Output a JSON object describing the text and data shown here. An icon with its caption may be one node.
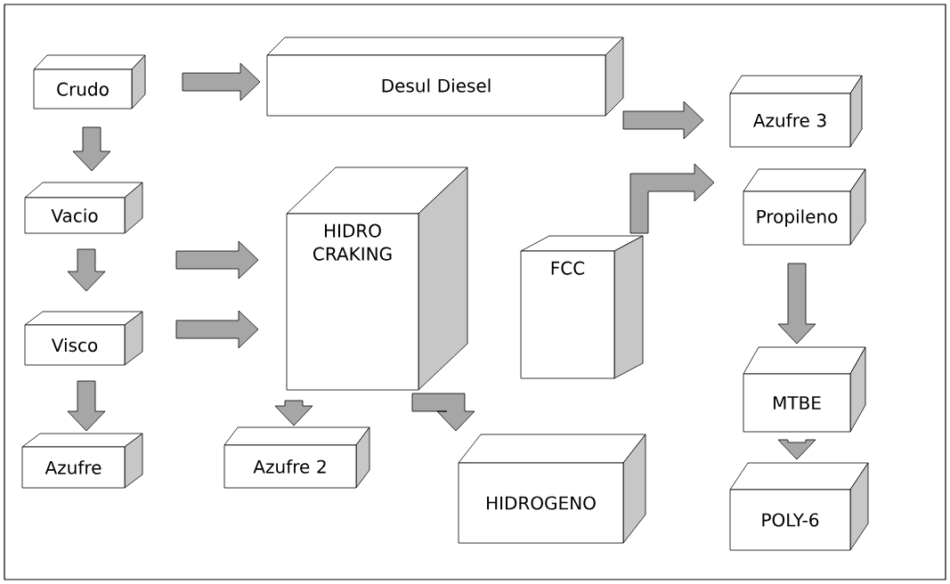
{
  "diagram": {
    "nodes": [
      {
        "text": [
          "Crudo"
        ]
      },
      {
        "text": [
          "Desul Diesel"
        ]
      },
      {
        "text": [
          "Azufre 3"
        ]
      },
      {
        "text": [
          "Vacio"
        ]
      },
      {
        "text": [
          "HIDRO CRAKING"
        ]
      },
      {
        "text": [
          "FCC"
        ]
      },
      {
        "text": [
          "Propileno"
        ]
      },
      {
        "text": [
          "Visco"
        ]
      },
      {
        "text": [
          "MTBE"
        ]
      },
      {
        "text": [
          "Azufre"
        ]
      },
      {
        "text": [
          "Azufre 2"
        ]
      },
      {
        "text": [
          "HIDROGENO"
        ]
      },
      {
        "text": [
          "POLY-6"
        ]
      }
    ],
    "edges": [
      {
        "from": 0,
        "to": 1,
        "arrow": "to"
      },
      {
        "from": 1,
        "to": 2,
        "arrow": "to"
      },
      {
        "from": 0,
        "to": 3,
        "arrow": "to"
      },
      {
        "from": 3,
        "to": 7,
        "arrow": "to"
      },
      {
        "from": 7,
        "to": 9,
        "arrow": "to"
      },
      {
        "from": 3,
        "to": 4,
        "arrow": "to"
      },
      {
        "from": 7,
        "to": 4,
        "arrow": "to"
      },
      {
        "from": 4,
        "to": 10,
        "arrow": "to"
      },
      {
        "from": 4,
        "to": 11,
        "arrow": "to"
      },
      {
        "from": 5,
        "to": 6,
        "arrow": "to"
      },
      {
        "from": 6,
        "to": 8,
        "arrow": "to"
      },
      {
        "from": 8,
        "to": 12,
        "arrow": "to"
      }
    ]
  }
}
